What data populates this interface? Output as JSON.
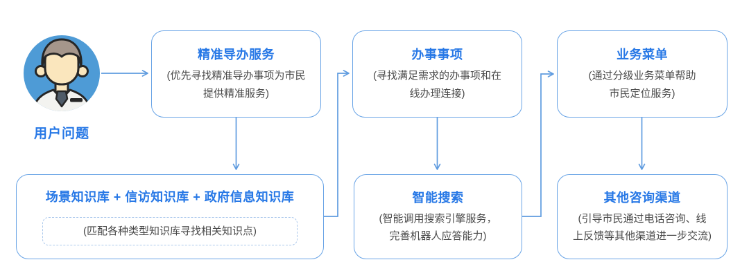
{
  "diagram": {
    "actor": {
      "label": "用户问题"
    },
    "nodes": [
      {
        "id": "guide",
        "title": "精准导办服务",
        "body": "(优先寻找精准导办事项为市民\n提供精准服务)"
      },
      {
        "id": "matters",
        "title": "办事事项",
        "body": "(寻找满足需求的办事项和在\n线办理连接)"
      },
      {
        "id": "menu",
        "title": "业务菜单",
        "body": "(通过分级业务菜单帮助\n市民定位服务)"
      },
      {
        "id": "kb",
        "title": "场景知识库 +  信访知识库 +  政府信息知识库",
        "body": "(匹配各种类型知识库寻找相关知识点)"
      },
      {
        "id": "search",
        "title": "智能搜索",
        "body": "(智能调用搜索引擎服务，\n完善机器人应答能力)"
      },
      {
        "id": "other",
        "title": "其他咨询渠道",
        "body": "(引导市民通过电话咨询、线\n上反馈等其他渠道进一步交流)"
      }
    ],
    "edges": [
      {
        "from": "actor",
        "to": "guide"
      },
      {
        "from": "guide",
        "to": "kb"
      },
      {
        "from": "kb",
        "to": "matters"
      },
      {
        "from": "matters",
        "to": "search"
      },
      {
        "from": "search",
        "to": "menu"
      },
      {
        "from": "menu",
        "to": "other"
      }
    ],
    "palette": {
      "title_blue": "#2778e6",
      "box_border": "#69a4e6",
      "arrow": "#5e9bdf",
      "body_text": "#4a4a4a",
      "dashed_border": "#abc8ec",
      "avatar_circle": "#4e9bd6",
      "avatar_hair": "#a5968b",
      "avatar_skin": "#fae6bd",
      "avatar_coat": "#f3f3f0",
      "avatar_tie": "#4f5b68",
      "avatar_outline": "#262626"
    }
  }
}
